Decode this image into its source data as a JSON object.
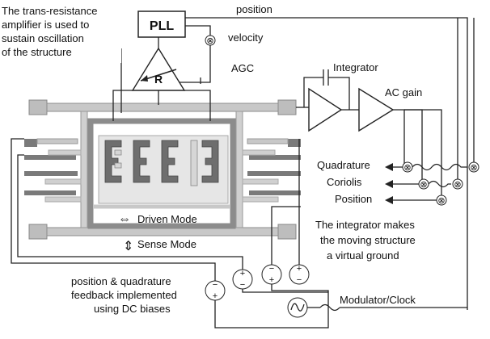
{
  "notes": {
    "trans_resistance": [
      "The trans-resistance",
      "amplifier is used to",
      "sustain oscillation",
      "of the structure"
    ],
    "integrator_ground": [
      "The integrator makes",
      "the moving structure",
      "a virtual ground"
    ],
    "dc_bias": [
      "position & quadrature",
      "feedback implemented",
      "using DC biases"
    ]
  },
  "labels": {
    "pll": "PLL",
    "position_top": "position",
    "velocity": "velocity",
    "agc": "AGC",
    "amp_r": "R",
    "integrator": "Integrator",
    "ac_gain": "AC gain",
    "quadrature": "Quadrature",
    "coriolis": "Coriolis",
    "position_out": "Position",
    "driven_mode": "Driven Mode",
    "sense_mode": "Sense Mode",
    "modulator_clock": "Modulator/Clock",
    "driven_arrow": "⇔",
    "sense_arrow": "⇕",
    "mixer_symbol": "⊗",
    "plus": "+",
    "minus": "−"
  },
  "colors": {
    "frame": "#c8c8c8",
    "frame_stroke": "#8c8c8c",
    "comb_dark": "#6e6e6e",
    "comb_light": "#d6d6d6",
    "wire": "#222222"
  }
}
